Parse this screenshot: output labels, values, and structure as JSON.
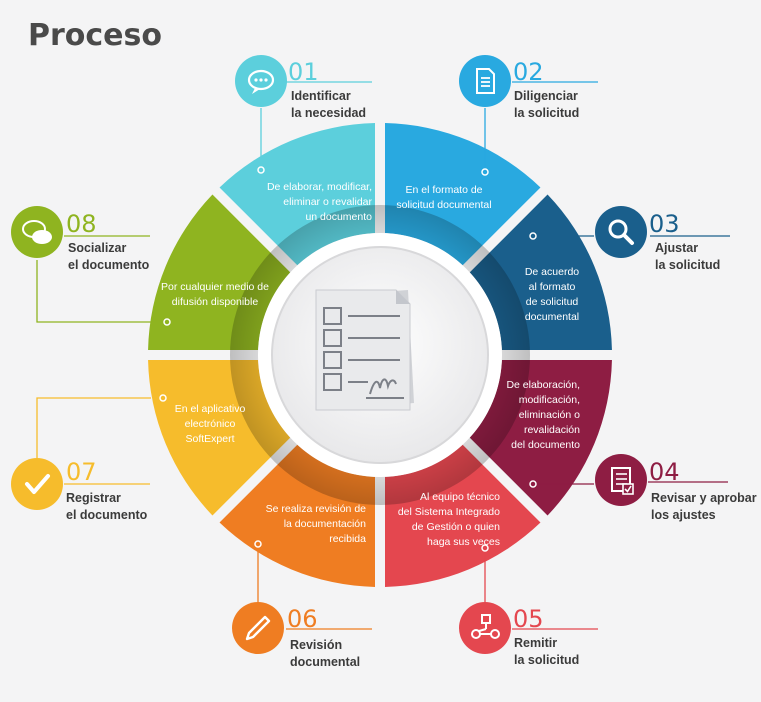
{
  "title": "Proceso",
  "colors": {
    "c1": "#5ccfdc",
    "c2": "#29a9e0",
    "c3": "#1a5f8c",
    "c4": "#8e1d43",
    "c5": "#e4474f",
    "c6": "#ef7d22",
    "c7": "#f6bc2c",
    "c8": "#8fb420"
  },
  "steps": [
    {
      "num": "01",
      "label": "Identificar\nla necesidad",
      "desc": "De elaborar, modificar,\neliminar o revalidar\nun documento",
      "icon": "chat-bubble-icon"
    },
    {
      "num": "02",
      "label": "Diligenciar\nla solicitud",
      "desc": "En el formato de\nsolicitud documental",
      "icon": "document-icon"
    },
    {
      "num": "03",
      "label": "Ajustar\nla solicitud",
      "desc": "De acuerdo\nal formato\nde solicitud\ndocumental",
      "icon": "magnifier-icon"
    },
    {
      "num": "04",
      "label": "Revisar y aprobar\nlos ajustes",
      "desc": "De elaboración,\nmodificación,\neliminación o\nrevalidación\ndel documento",
      "icon": "checklist-icon"
    },
    {
      "num": "05",
      "label": "Remitir\nla solicitud",
      "desc": "Al equipo técnico\ndel Sistema Integrado\nde Gestión o quien\nhaga sus veces",
      "icon": "flowchart-icon"
    },
    {
      "num": "06",
      "label": "Revisión\ndocumental",
      "desc": "Se realiza revisión de\nla documentación\nrecibida",
      "icon": "pencil-icon"
    },
    {
      "num": "07",
      "label": "Registrar\nel documento",
      "desc": "En el aplicativo\nelectrónico\nSoftExpert",
      "icon": "checkmark-icon"
    },
    {
      "num": "08",
      "label": "Socializar\nel documento",
      "desc": "Por cualquier medio de\ndifusión  disponible",
      "icon": "speech-bubbles-icon"
    }
  ]
}
